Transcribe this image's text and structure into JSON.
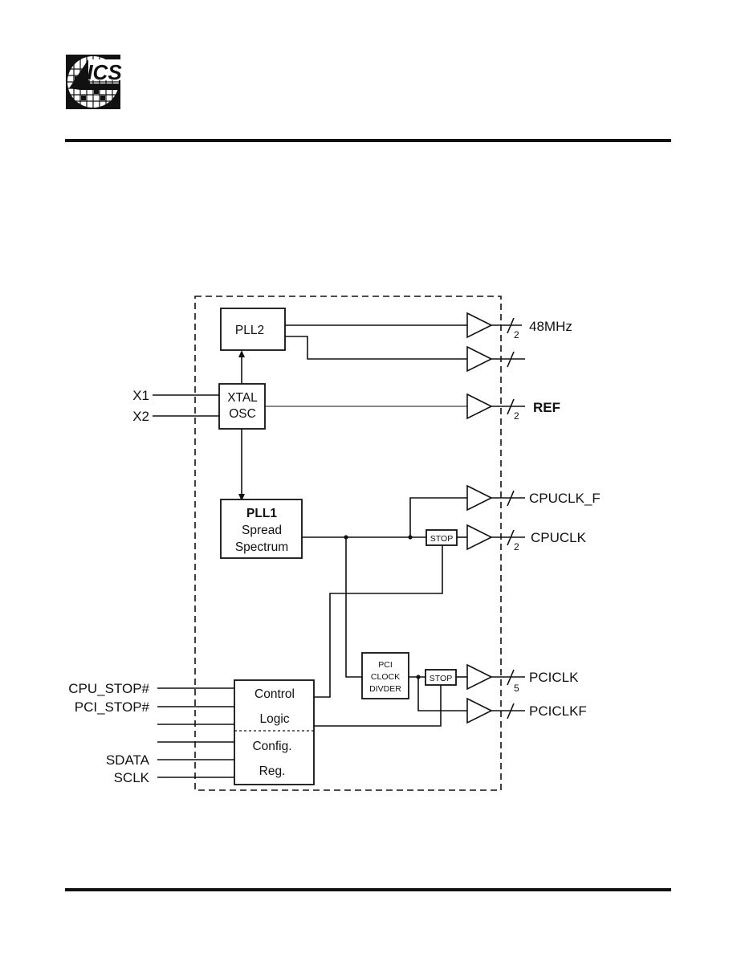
{
  "logo": {
    "text": "ICS"
  },
  "blocks": {
    "pll2": "PLL2",
    "xtal_osc": [
      "XTAL",
      "OSC"
    ],
    "pll1": [
      "PLL1",
      "Spread",
      "Spectrum"
    ],
    "stop": "STOP",
    "pci_clock_divider": [
      "PCI",
      "CLOCK",
      "DIVDER"
    ],
    "control_logic": [
      "Control",
      "Logic"
    ],
    "config_reg": [
      "Config.",
      "Reg."
    ]
  },
  "inputs": {
    "x1": "X1",
    "x2": "X2",
    "cpu_stop": "CPU_STOP#",
    "pci_stop": "PCI_STOP#",
    "sdata": "SDATA",
    "sclk": "SCLK"
  },
  "outputs": {
    "mhz48": {
      "label": "48MHz",
      "count": "2"
    },
    "ref": {
      "label": "REF",
      "count": "2"
    },
    "cpuclk_f": {
      "label": "CPUCLK_F"
    },
    "cpuclk": {
      "label": "CPUCLK",
      "count": "2"
    },
    "pciclk": {
      "label": "PCICLK",
      "count": "5"
    },
    "pciclkf": {
      "label": "PCICLKF"
    }
  }
}
